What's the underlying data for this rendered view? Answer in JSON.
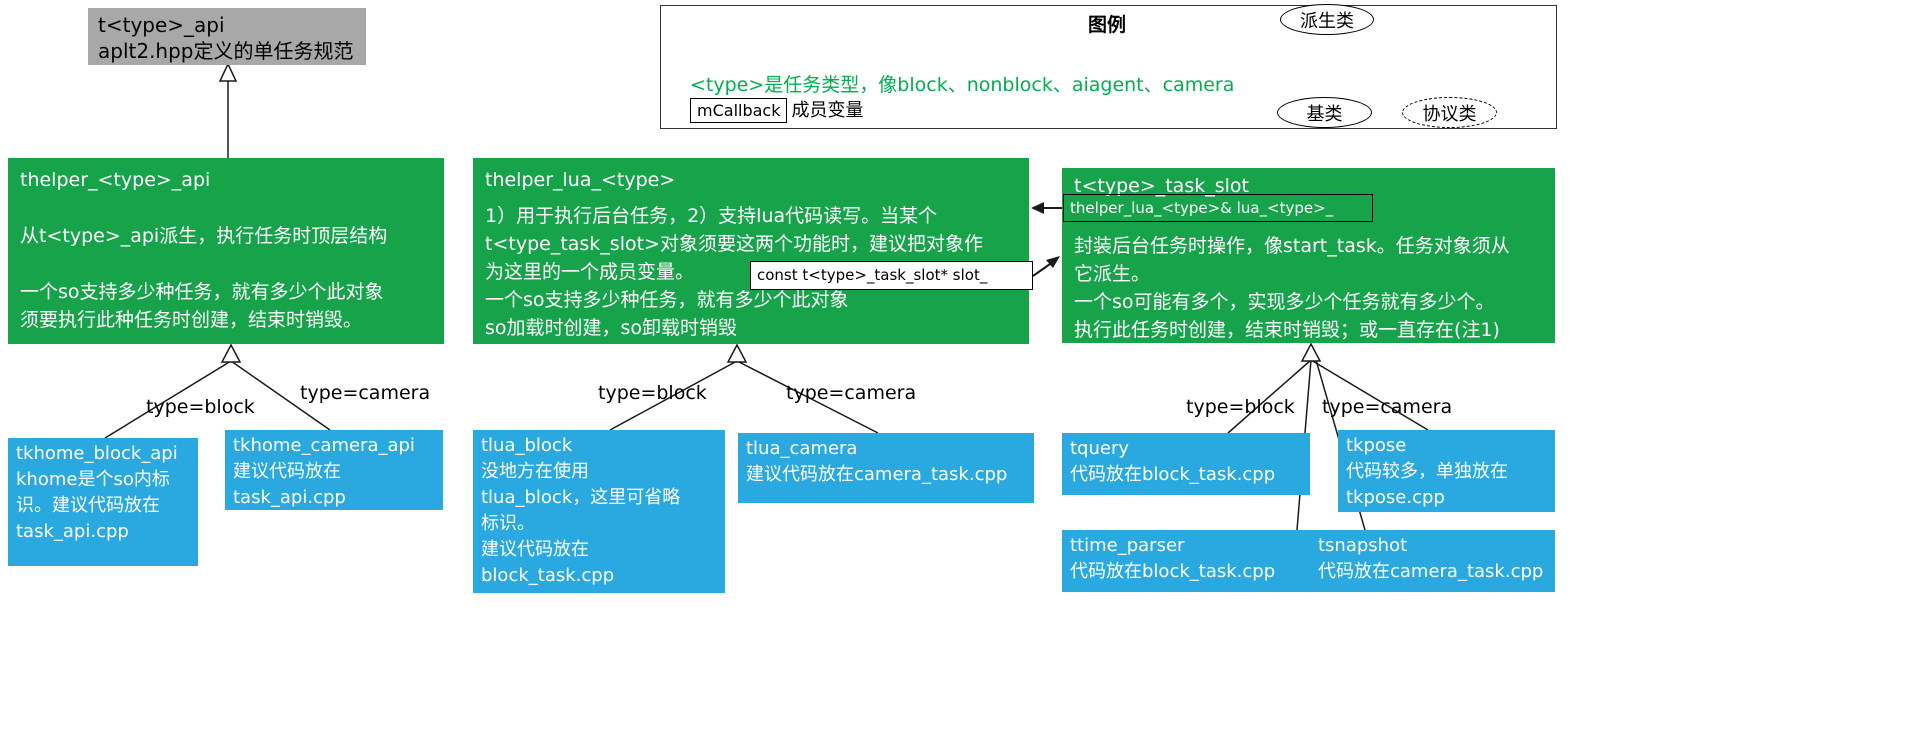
{
  "colors": {
    "box_green": "#17A34A",
    "box_blue": "#29A9E0",
    "box_gray": "#A8A8A8",
    "accent_green_text": "#00B050"
  },
  "spec_box": {
    "name": "t<type>_api",
    "desc": "aplt2.hpp定义的单任务规范"
  },
  "legend": {
    "title": "图例",
    "derived_class": "派生类",
    "base_class": "基类",
    "protocol_class": "协议类",
    "note": "<type>是任务类型，像block、nonblock、aiagent、camera",
    "member_name": "mCallback",
    "member_desc": "成员变量"
  },
  "classes": {
    "thelper_api": {
      "title": "thelper_<type>_api",
      "lines": [
        "",
        "从t<type>_api派生，执行任务时顶层结构",
        "",
        "一个so支持多少种任务，就有多少个此对象",
        "须要执行此种任务时创建，结束时销毁。"
      ]
    },
    "thelper_lua": {
      "title": "thelper_lua_<type>",
      "lines": [
        "1）用于执行后台任务，2）支持lua代码读写。当某个",
        "t<type_task_slot>对象须要这两个功能时，建议把对象作",
        "为这里的一个成员变量。",
        "一个so支持多少种任务，就有多少个此对象",
        "so加载时创建，so卸载时销毁"
      ]
    },
    "task_slot": {
      "title": "t<type>_task_slot",
      "member": "thelper_lua_<type>& lua_<type>_",
      "lines": [
        "封装后台任务时操作，像start_task。任务对象须从",
        "它派生。",
        "一个so可能有多个，实现多少个任务就有多少个。",
        "执行此任务时创建，结束时销毁；或一直存在(注1)"
      ]
    },
    "slot_member": "const t<type>_task_slot* slot_"
  },
  "impl_boxes": {
    "tkhome_block_api": {
      "title": "tkhome_block_api",
      "lines": [
        "khome是个so内标",
        "识。建议代码放在",
        "task_api.cpp"
      ]
    },
    "tkhome_camera_api": {
      "title": "tkhome_camera_api",
      "lines": [
        "建议代码放在",
        "task_api.cpp"
      ]
    },
    "tlua_block": {
      "title": "tlua_block",
      "lines": [
        "没地方在使用",
        "tlua_block，这里可省略",
        "标识。",
        "建议代码放在",
        "block_task.cpp"
      ]
    },
    "tlua_camera": {
      "title": "tlua_camera",
      "lines": [
        "建议代码放在camera_task.cpp"
      ]
    },
    "tquery": {
      "title": "tquery",
      "lines": [
        "代码放在block_task.cpp"
      ]
    },
    "tkpose": {
      "title": "tkpose",
      "lines": [
        "代码较多，单独放在",
        "tkpose.cpp"
      ]
    },
    "ttime_parser": {
      "title": "ttime_parser",
      "lines": [
        "代码放在block_task.cpp"
      ]
    },
    "tsnapshot": {
      "title": "tsnapshot",
      "lines": [
        "代码放在camera_task.cpp"
      ]
    }
  },
  "edge_labels": [
    "type=block",
    "type=camera",
    "type=block",
    "type=camera",
    "type=block",
    "type=camera"
  ]
}
